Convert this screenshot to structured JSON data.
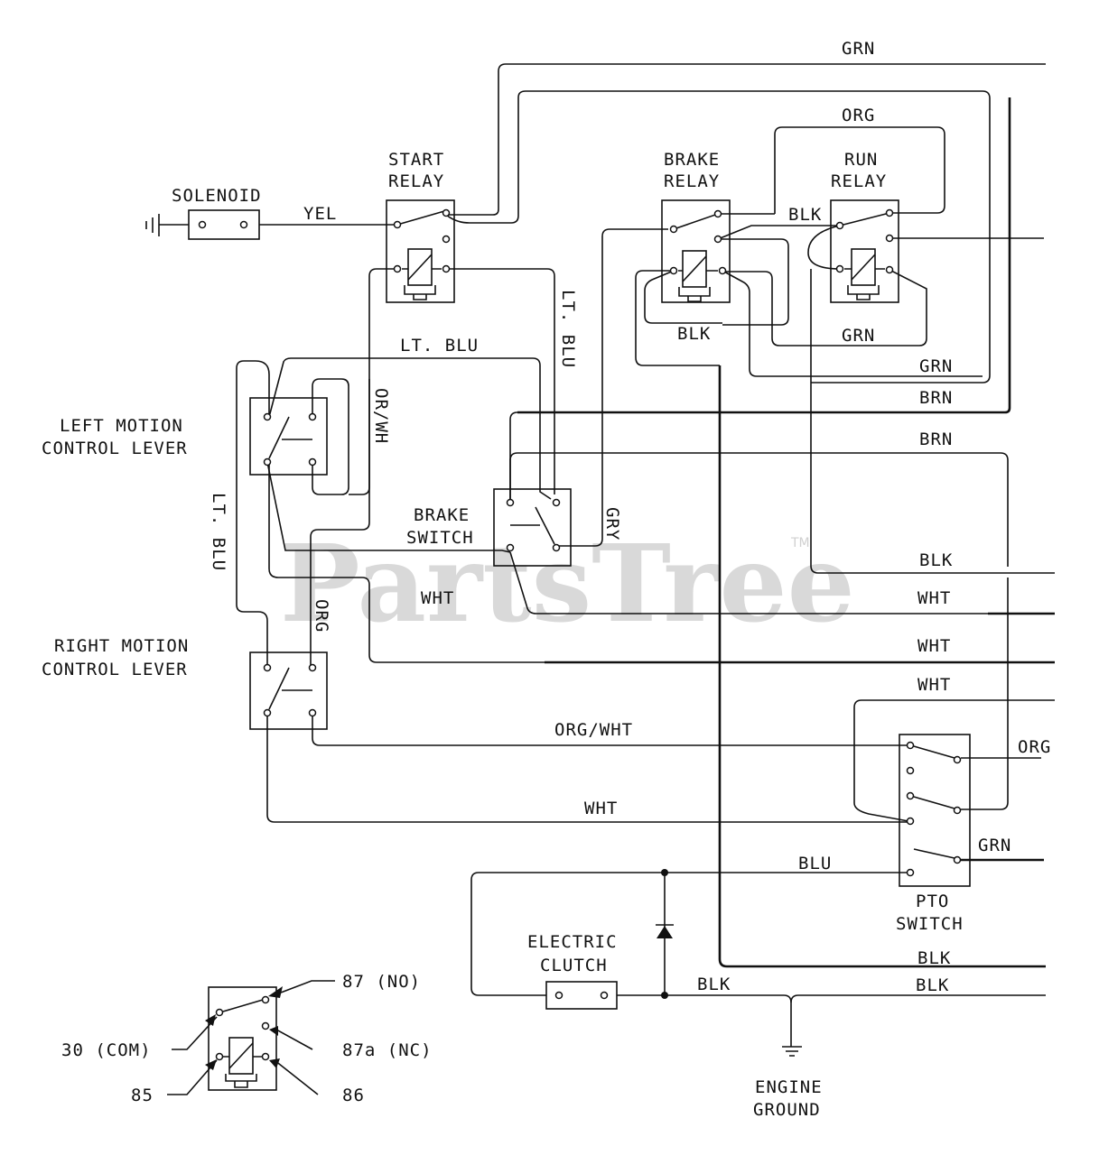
{
  "watermark": {
    "text": "PartsTree",
    "trademark": "TM"
  },
  "components": {
    "solenoid": "SOLENOID",
    "start_relay": [
      "START",
      "RELAY"
    ],
    "brake_relay": [
      "BRAKE",
      "RELAY"
    ],
    "run_relay": [
      "RUN",
      "RELAY"
    ],
    "left_lever": [
      "LEFT MOTION",
      "CONTROL LEVER"
    ],
    "right_lever": [
      "RIGHT MOTION",
      "CONTROL LEVER"
    ],
    "brake_switch": [
      "BRAKE",
      "SWITCH"
    ],
    "pto_switch": [
      "PTO",
      "SWITCH"
    ],
    "electric_clutch": [
      "ELECTRIC",
      "CLUTCH"
    ],
    "engine_ground": [
      "ENGINE",
      "GROUND"
    ]
  },
  "wire_labels": {
    "grn_top": "GRN",
    "org_top": "ORG",
    "yel": "YEL",
    "blk_relay": "BLK",
    "blk_brake_relay": "BLK",
    "grn_run_relay": "GRN",
    "grn_right": "GRN",
    "brn_1": "BRN",
    "brn_2": "BRN",
    "lt_blu_top": "LT. BLU",
    "lt_blu_vert": "LT. BLU",
    "lt_blu_left": "LT. BLU",
    "or_wh": "OR/WH",
    "gry": "GRY",
    "org_vert": "ORG",
    "blk_right": "BLK",
    "wht_1": "WHT",
    "wht_2": "WHT",
    "wht_3": "WHT",
    "wht_4": "WHT",
    "org_wht": "ORG/WHT",
    "wht_bottom": "WHT",
    "org_pto": "ORG",
    "grn_pto": "GRN",
    "blu": "BLU",
    "blk_bottom_1": "BLK",
    "blk_bottom_2": "BLK",
    "blk_clutch": "BLK"
  },
  "legend": {
    "pin_87": "87 (NO)",
    "pin_87a": "87a (NC)",
    "pin_30": "30 (COM)",
    "pin_85": "85",
    "pin_86": "86"
  }
}
